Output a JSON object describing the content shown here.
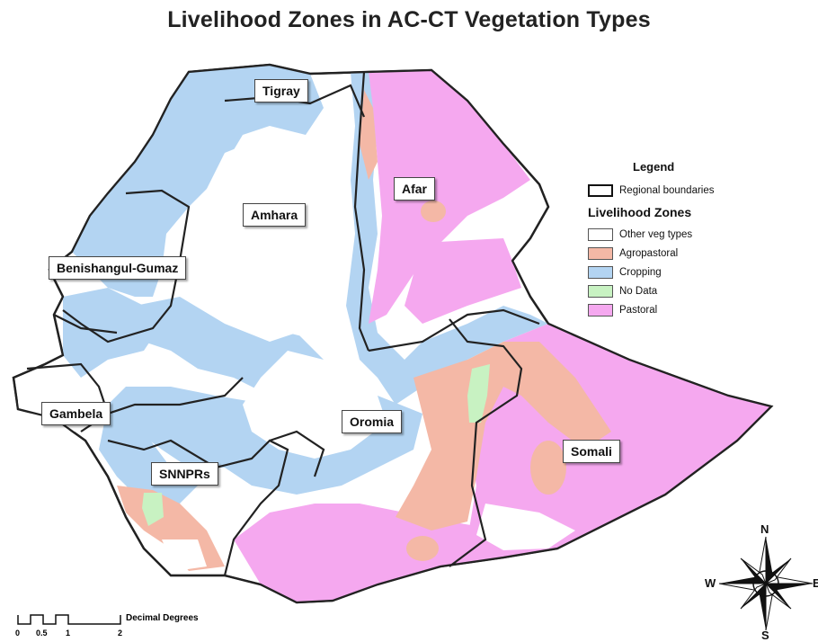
{
  "title": "Livelihood Zones in AC-CT Vegetation Types",
  "regions": {
    "tigray": "Tigray",
    "afar": "Afar",
    "amhara": "Amhara",
    "benishangul": "Benishangul-Gumaz",
    "gambela": "Gambela",
    "oromia": "Oromia",
    "snnprs": "SNNPRs",
    "somali": "Somali"
  },
  "legend": {
    "title": "Legend",
    "boundary": "Regional boundaries",
    "subtitle": "Livelihood Zones",
    "items": [
      {
        "label": "Other veg types",
        "color": "#ffffff"
      },
      {
        "label": "Agropastoral",
        "color": "#f4b8a6"
      },
      {
        "label": "Cropping",
        "color": "#b3d4f2"
      },
      {
        "label": "No Data",
        "color": "#c8f2c2"
      },
      {
        "label": "Pastoral",
        "color": "#f5a8ef"
      }
    ]
  },
  "scale_bar": {
    "units": "Decimal Degrees",
    "ticks": [
      "0",
      "0.5",
      "1",
      "2"
    ]
  },
  "compass": {
    "n": "N",
    "s": "S",
    "e": "E",
    "w": "W"
  }
}
